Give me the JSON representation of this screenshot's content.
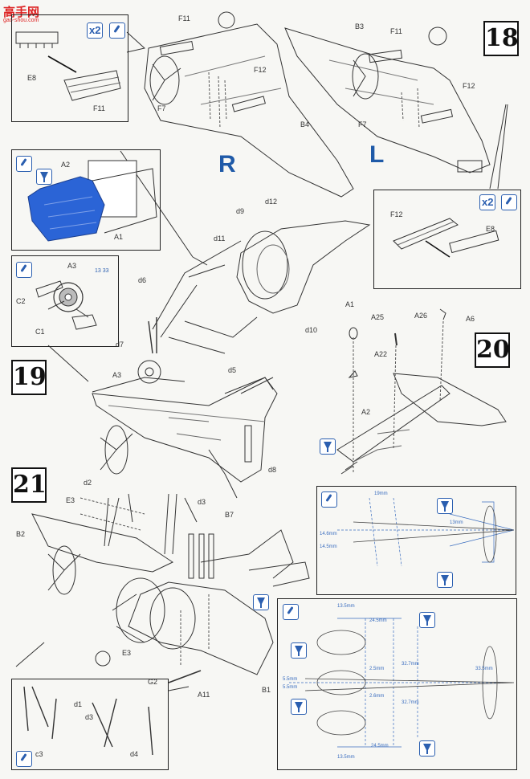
{
  "watermark": {
    "text": "高手网",
    "sub": "gao-shou.com"
  },
  "steps": [
    "18",
    "19",
    "20",
    "21"
  ],
  "sides": {
    "right": "R",
    "left": "L"
  },
  "icons": {
    "multiply_2": "x2"
  },
  "parts": {
    "f11": "F11",
    "f12": "F12",
    "f7": "F7",
    "b4": "B4",
    "b3": "B3",
    "e8": "E8",
    "a2": "A2",
    "a1": "A1",
    "a3": "A3",
    "c1": "C1",
    "c2": "C2",
    "d12": "d12",
    "d9": "d9",
    "d11": "d11",
    "d6": "d6",
    "d7": "d7",
    "d5": "d5",
    "d10": "d10",
    "a25": "A25",
    "a26": "A26",
    "a6": "A6",
    "a22": "A22",
    "d8": "d8",
    "d2": "d2",
    "e3": "E3",
    "d3": "d3",
    "b7": "B7",
    "b2": "B2",
    "g2": "G2",
    "a11": "A11",
    "b1": "B1",
    "d1": "d1",
    "c3": "c3",
    "d4": "d4"
  },
  "paint_code": "13 33",
  "dimensions": {
    "d20_top": "19mm",
    "d20_a": "14.6mm",
    "d20_b": "14.5mm",
    "d20_c": "13mm",
    "d21_a": "13.5mm",
    "d21_b": "24.5mm",
    "d21_c": "32.7mm",
    "d21_d": "33.5mm",
    "d21_e": "2.5mm",
    "d21_f": "5.5mm",
    "d21_g": "5.5mm",
    "d21_h": "2.6mm",
    "d21_i": "32.7mm",
    "d21_j": "24.5mm",
    "d21_k": "13.5mm"
  }
}
